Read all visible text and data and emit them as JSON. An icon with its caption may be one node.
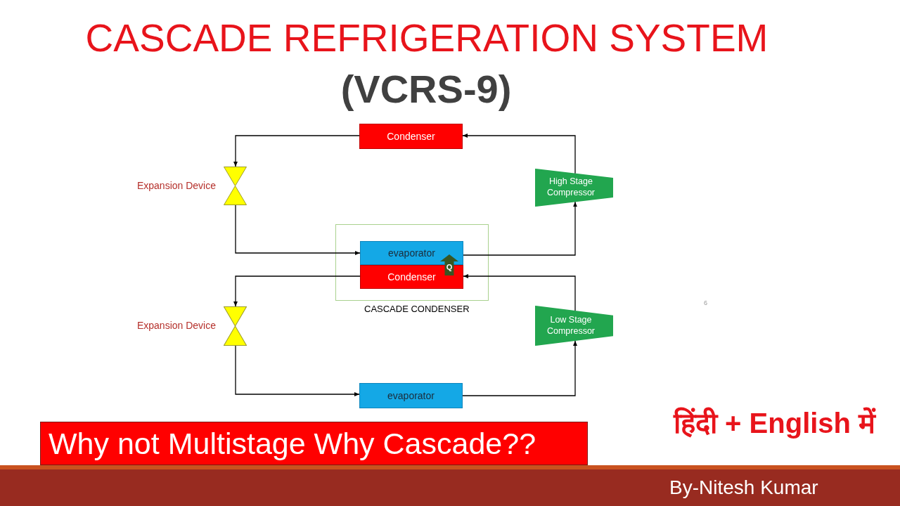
{
  "diagram": {
    "title": "CASCADE REFRIGERATION SYSTEM",
    "nodes": [
      {
        "text": [
          "Condenser"
        ]
      },
      {
        "text": [],
        "shape": "valve",
        "beside": [
          "Expansion Device"
        ]
      },
      {
        "text": [
          "CASCADE CONDENSER"
        ]
      },
      {
        "text": [
          "evaporator"
        ],
        "in": 2
      },
      {
        "text": [
          "Condenser"
        ],
        "in": 2
      },
      {
        "text": [
          "High Stage Compressor"
        ]
      },
      {
        "text": [],
        "shape": "valve",
        "beside": [
          "Expansion Device"
        ]
      },
      {
        "text": [
          "Low Stage Compressor"
        ]
      },
      {
        "text": [
          "evaporator"
        ]
      },
      {
        "text": [
          "Why not Multistage Why Cascade??"
        ]
      },
      {
        "text": [
          "By-Nitesh Kumar"
        ]
      }
    ],
    "edges": [
      {
        "from": 0,
        "to": 1,
        "arrow": "to"
      },
      {
        "from": 1,
        "to": 3,
        "arrow": "to"
      },
      {
        "from": 3,
        "to": 5,
        "arrow": "to"
      },
      {
        "from": 5,
        "to": 0,
        "arrow": "to"
      },
      {
        "from": 4,
        "to": 6,
        "arrow": "to"
      },
      {
        "from": 6,
        "to": 8,
        "arrow": "to"
      },
      {
        "from": 8,
        "to": 7,
        "arrow": "to"
      },
      {
        "from": 7,
        "to": 4,
        "arrow": "to"
      },
      {
        "from": 4,
        "to": 3,
        "arrow": "to",
        "label": "Q",
        "style": "thick",
        "color": "#375623"
      }
    ],
    "labels": [
      "(VCRS-9)",
      "6",
      "हिंदी + English में"
    ]
  }
}
